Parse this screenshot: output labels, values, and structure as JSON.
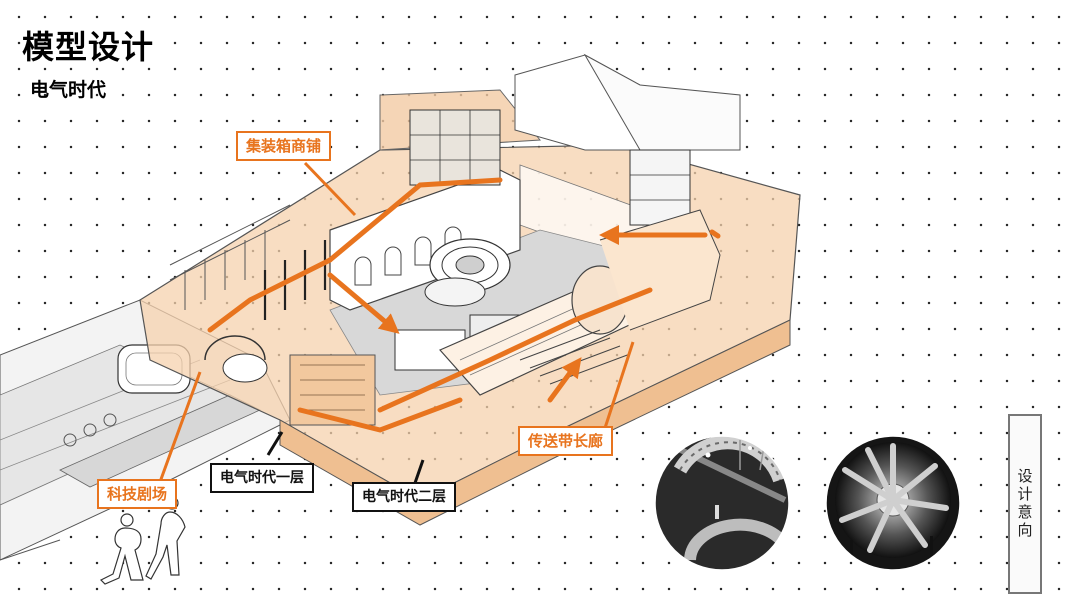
{
  "title": "模型设计",
  "subtitle": "电气时代",
  "labels": {
    "container_shops": "集装箱商铺",
    "tech_theater": "科技剧场",
    "conveyor_corridor": "传送带长廊",
    "floor_1": "电气时代一层",
    "floor_2": "电气时代二层"
  },
  "design_intent": "设计意向",
  "colors": {
    "accent": "#e8741e",
    "building_fill": "#f6d2ad",
    "ink": "#111111"
  }
}
